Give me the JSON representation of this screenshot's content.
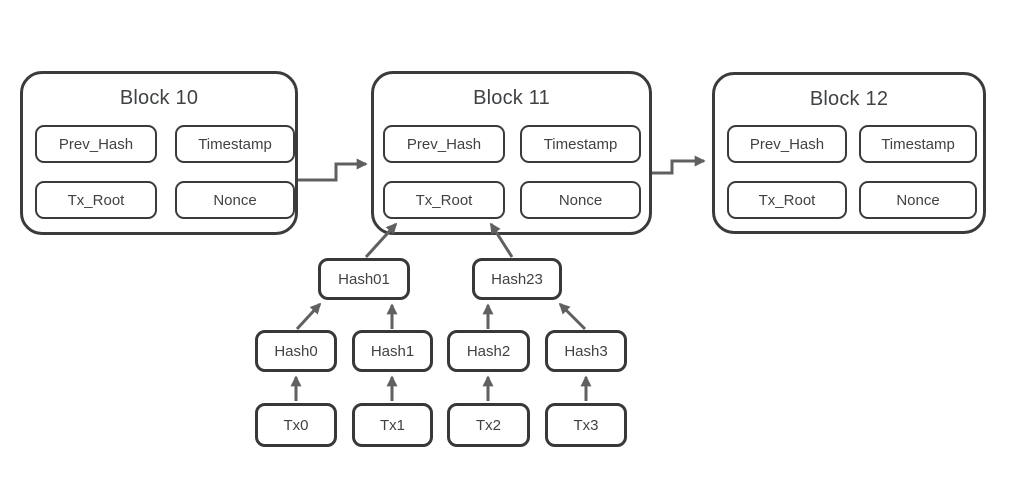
{
  "diagram_type": "blockchain-with-merkle-tree",
  "colors": {
    "background": "#ffffff",
    "box_border": "#3b3b3b",
    "text": "#3f4245",
    "arrow": "#606060"
  },
  "blocks": [
    {
      "title": "Block 10",
      "fields": [
        "Prev_Hash",
        "Timestamp",
        "Tx_Root",
        "Nonce"
      ]
    },
    {
      "title": "Block 11",
      "fields": [
        "Prev_Hash",
        "Timestamp",
        "Tx_Root",
        "Nonce"
      ]
    },
    {
      "title": "Block 12",
      "fields": [
        "Prev_Hash",
        "Timestamp",
        "Tx_Root",
        "Nonce"
      ]
    }
  ],
  "merkle": {
    "parents": [
      "Hash01",
      "Hash23"
    ],
    "leaf_hashes": [
      "Hash0",
      "Hash1",
      "Hash2",
      "Hash3"
    ],
    "transactions": [
      "Tx0",
      "Tx1",
      "Tx2",
      "Tx3"
    ]
  },
  "edges": [
    {
      "from": "Block 10",
      "to": "Block 11"
    },
    {
      "from": "Block 11",
      "to": "Block 12"
    },
    {
      "from": "Tx0",
      "to": "Hash0"
    },
    {
      "from": "Tx1",
      "to": "Hash1"
    },
    {
      "from": "Tx2",
      "to": "Hash2"
    },
    {
      "from": "Tx3",
      "to": "Hash3"
    },
    {
      "from": "Hash0",
      "to": "Hash01"
    },
    {
      "from": "Hash1",
      "to": "Hash01"
    },
    {
      "from": "Hash2",
      "to": "Hash23"
    },
    {
      "from": "Hash3",
      "to": "Hash23"
    },
    {
      "from": "Hash01",
      "to": "Tx_Root (Block 11)"
    },
    {
      "from": "Hash23",
      "to": "Tx_Root (Block 11)"
    }
  ]
}
